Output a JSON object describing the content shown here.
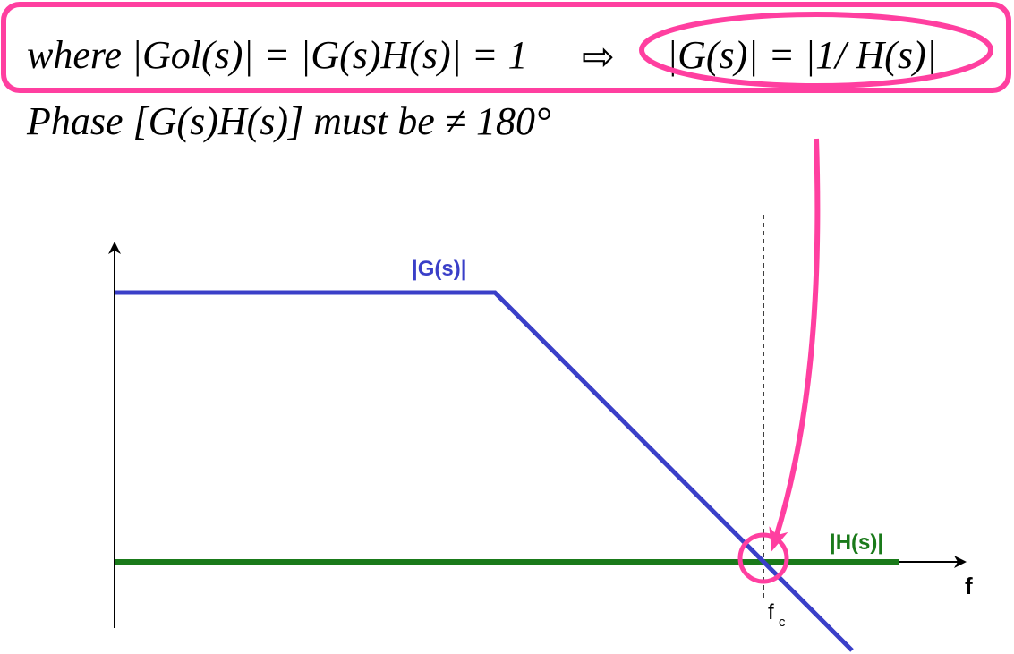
{
  "equations": {
    "line1_left": "where |Gol(s)| = |G(s)H(s)| = 1",
    "line1_right": "|G(s)| = |1/ H(s)|",
    "line2": "Phase [G(s)H(s)] must be ≠ 180°",
    "arrow_symbol": "⇨"
  },
  "diagram": {
    "g_label": "|G(s)|",
    "h_label": "|H(s)|",
    "x_axis_label": "f",
    "crossover_label": "f",
    "crossover_subscript": "c"
  },
  "colors": {
    "g_curve": "#3a3fc8",
    "h_curve": "#1a7a1a",
    "highlight": "#ff3fa0",
    "axis": "#000000"
  }
}
